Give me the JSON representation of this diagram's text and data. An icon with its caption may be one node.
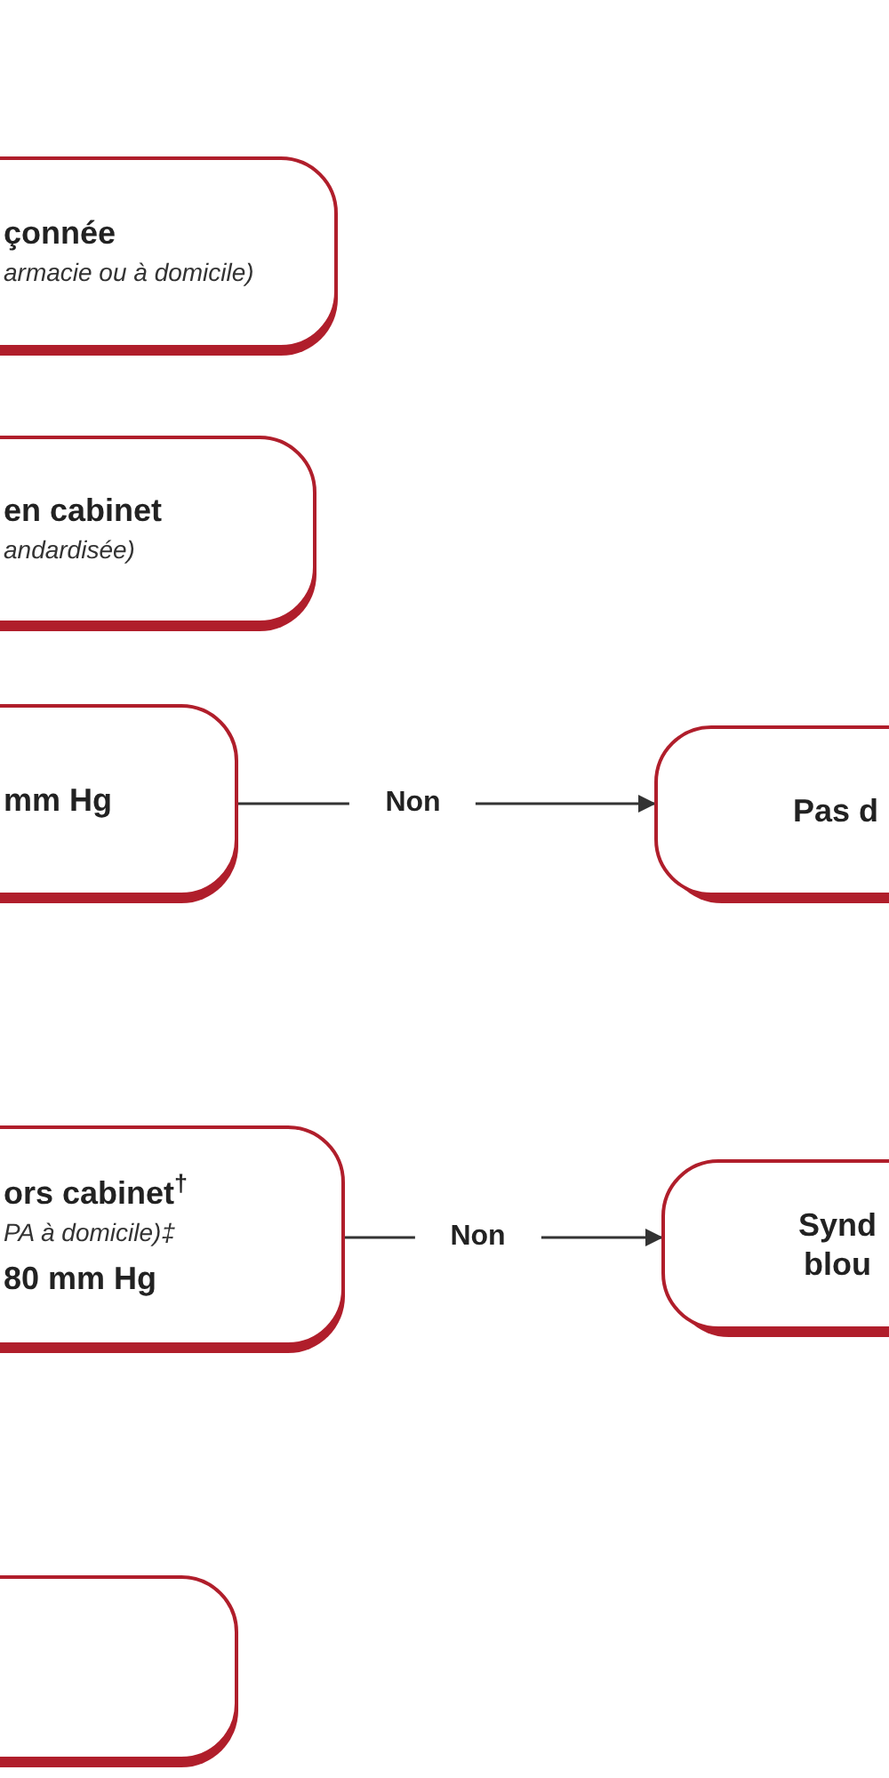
{
  "diagram": {
    "nodes": [
      {
        "text": [
          "çonnée",
          "armacie ou à domicile)"
        ]
      },
      {
        "text": [
          "en cabinet",
          "andardisée)"
        ]
      },
      {
        "text": [
          "mm Hg"
        ]
      },
      {
        "text": [
          "Pas d"
        ]
      },
      {
        "text": [
          "ors cabinet$^{†}$",
          "PA à domicile)‡",
          "80 mm Hg"
        ]
      },
      {
        "text": [
          "Synd blou"
        ]
      },
      {
        "text": [],
        "shape": "box"
      }
    ],
    "edges": [
      {
        "from": 2,
        "to": 3,
        "arrow": "to",
        "label": "Non"
      },
      {
        "from": 4,
        "to": 5,
        "arrow": "to",
        "label": "Non"
      }
    ]
  }
}
